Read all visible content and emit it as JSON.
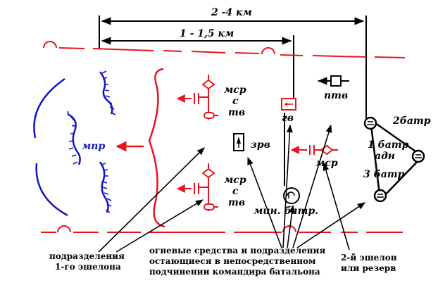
{
  "dimensions": {
    "outer": "2 -4 км",
    "inner": "1 - 1,5 км"
  },
  "labels": {
    "mpr": "мпр",
    "msr_top": [
      "мср",
      "с",
      "тв"
    ],
    "msr_bottom": [
      "мср",
      "с",
      "тв"
    ],
    "gv": "гв",
    "zrv": "зрв",
    "ptv": "птв",
    "msr_right": "мср",
    "min_batr": "мин. батр.",
    "batr1": [
      "1 батр",
      "адн"
    ],
    "batr2": "2батр",
    "batr3": "3 батр"
  },
  "captions": {
    "first_echelon": [
      "подразделения",
      "1-го эшелона"
    ],
    "fire_means": [
      "огневые средства и подразделения",
      "остающиеся в непосредственном",
      "подчинении командира батальона"
    ],
    "second_echelon": [
      "2-й эшелон",
      "или резерв"
    ]
  },
  "colors": {
    "red": "#e8141c",
    "blue": "#1414c8",
    "black": "#000000"
  }
}
